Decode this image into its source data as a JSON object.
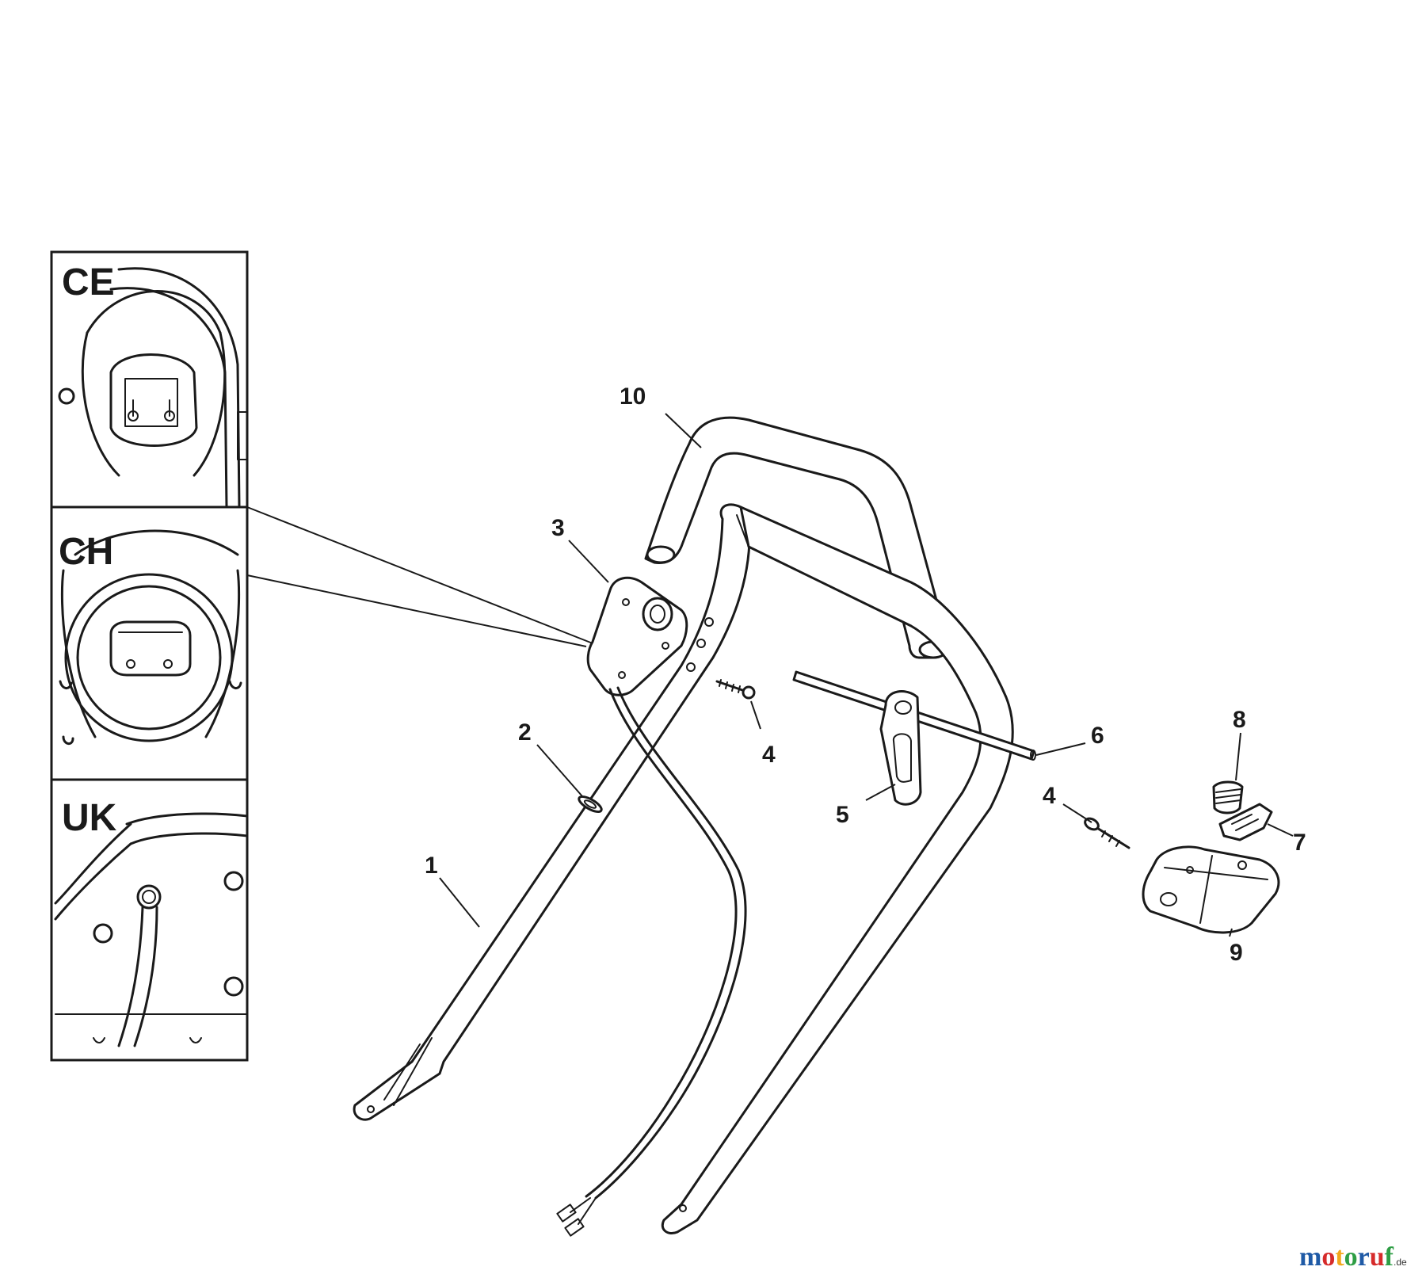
{
  "insets": [
    {
      "id": "ce",
      "label": "CE"
    },
    {
      "id": "ch",
      "label": "CH"
    },
    {
      "id": "uk",
      "label": "UK"
    }
  ],
  "callouts": {
    "p1": "1",
    "p2": "2",
    "p3": "3",
    "p4a": "4",
    "p4b": "4",
    "p5": "5",
    "p6": "6",
    "p7": "7",
    "p8": "8",
    "p9": "9",
    "p10": "10"
  },
  "watermark": {
    "letters": [
      "m",
      "o",
      "t",
      "o",
      "r",
      "u",
      "f"
    ],
    "letter_colors": [
      "#1f5aa6",
      "#d62b2b",
      "#f2a81d",
      "#2e9e45",
      "#1f5aa6",
      "#d62b2b",
      "#2e9e45"
    ],
    "suffix": ".de"
  }
}
